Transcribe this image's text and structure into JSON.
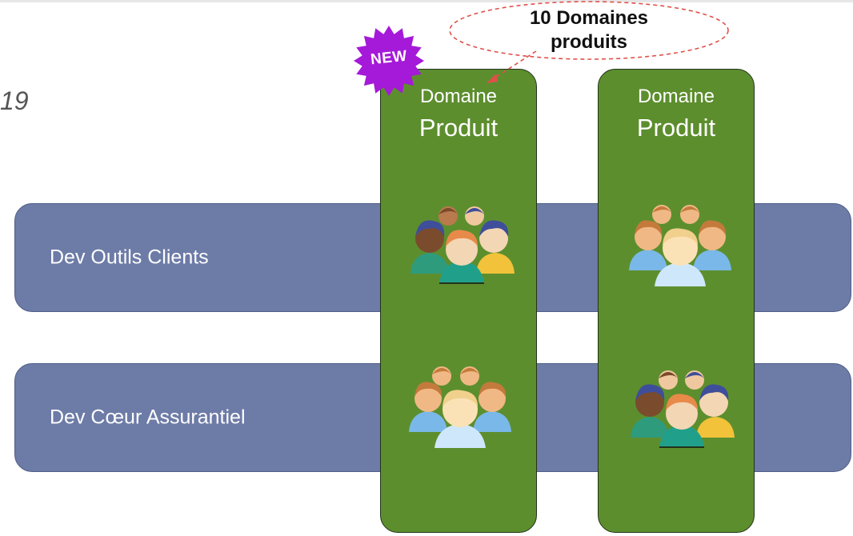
{
  "colors": {
    "band": "#6d7ba7",
    "band_border": "#4f5d86",
    "column": "#5d8e2e",
    "badge": "#a519d8",
    "callout_stroke": "#e0504a"
  },
  "year_fragment": "19",
  "bands": [
    {
      "label": "Dev Outils Clients"
    },
    {
      "label": "Dev Cœur Assurantiel"
    }
  ],
  "columns": [
    {
      "title_small": "Domaine",
      "title_big": "Produit"
    },
    {
      "title_small": "Domaine",
      "title_big": "Produit"
    }
  ],
  "callout": {
    "line1": "10 Domaines",
    "line2": "produits"
  },
  "badge": {
    "label": "NEW"
  },
  "teams": [
    {
      "icon": "diverse-team-icon"
    },
    {
      "icon": "team-icon"
    },
    {
      "icon": "team-icon"
    },
    {
      "icon": "diverse-team-icon"
    }
  ]
}
